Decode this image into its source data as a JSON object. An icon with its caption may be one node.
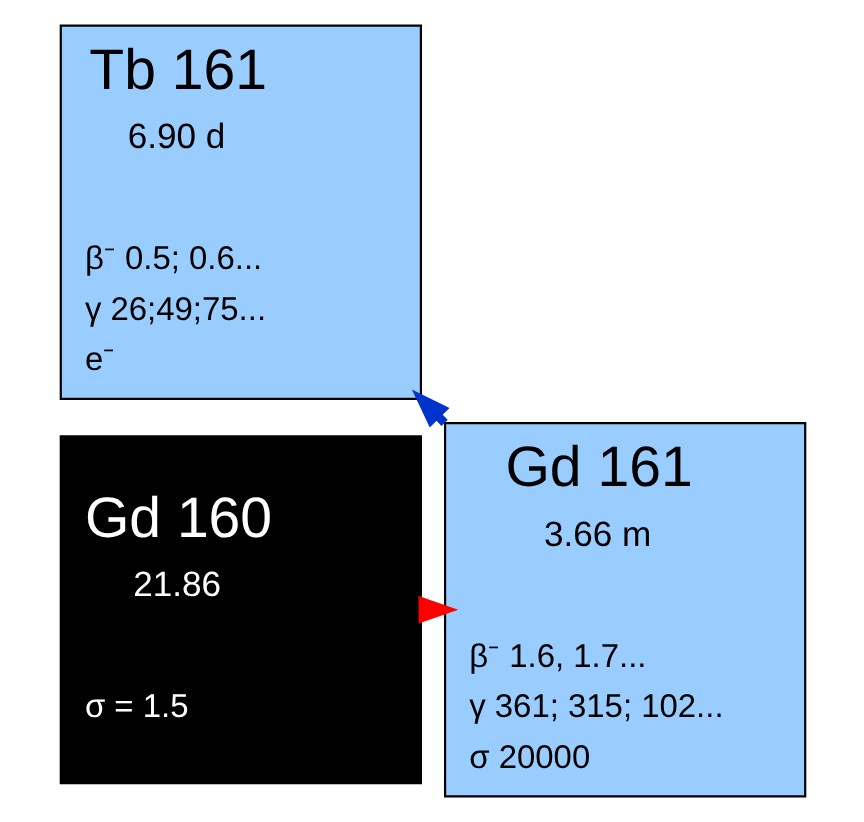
{
  "diagram": {
    "nodes": [
      {
        "text": [
          "Tb 161",
          "6.90 d",
          "β⁻ 0.5; 0.6...",
          "γ 26;49;75...",
          "e⁻"
        ]
      },
      {
        "text": [
          "Gd 160",
          "21.86",
          "σ = 1.5"
        ]
      },
      {
        "text": [
          "Gd 161",
          "3.66 m",
          "β⁻ 1.6, 1.7...",
          "γ 361; 315; 102...",
          "σ 20000"
        ]
      }
    ],
    "edges": [
      {
        "from": 1,
        "to": 2,
        "arrow": "to",
        "style": "dashed",
        "color": "#ff0000"
      },
      {
        "from": 2,
        "to": 0,
        "arrow": "to",
        "style": "dashed",
        "color": "#0033cc"
      }
    ]
  }
}
